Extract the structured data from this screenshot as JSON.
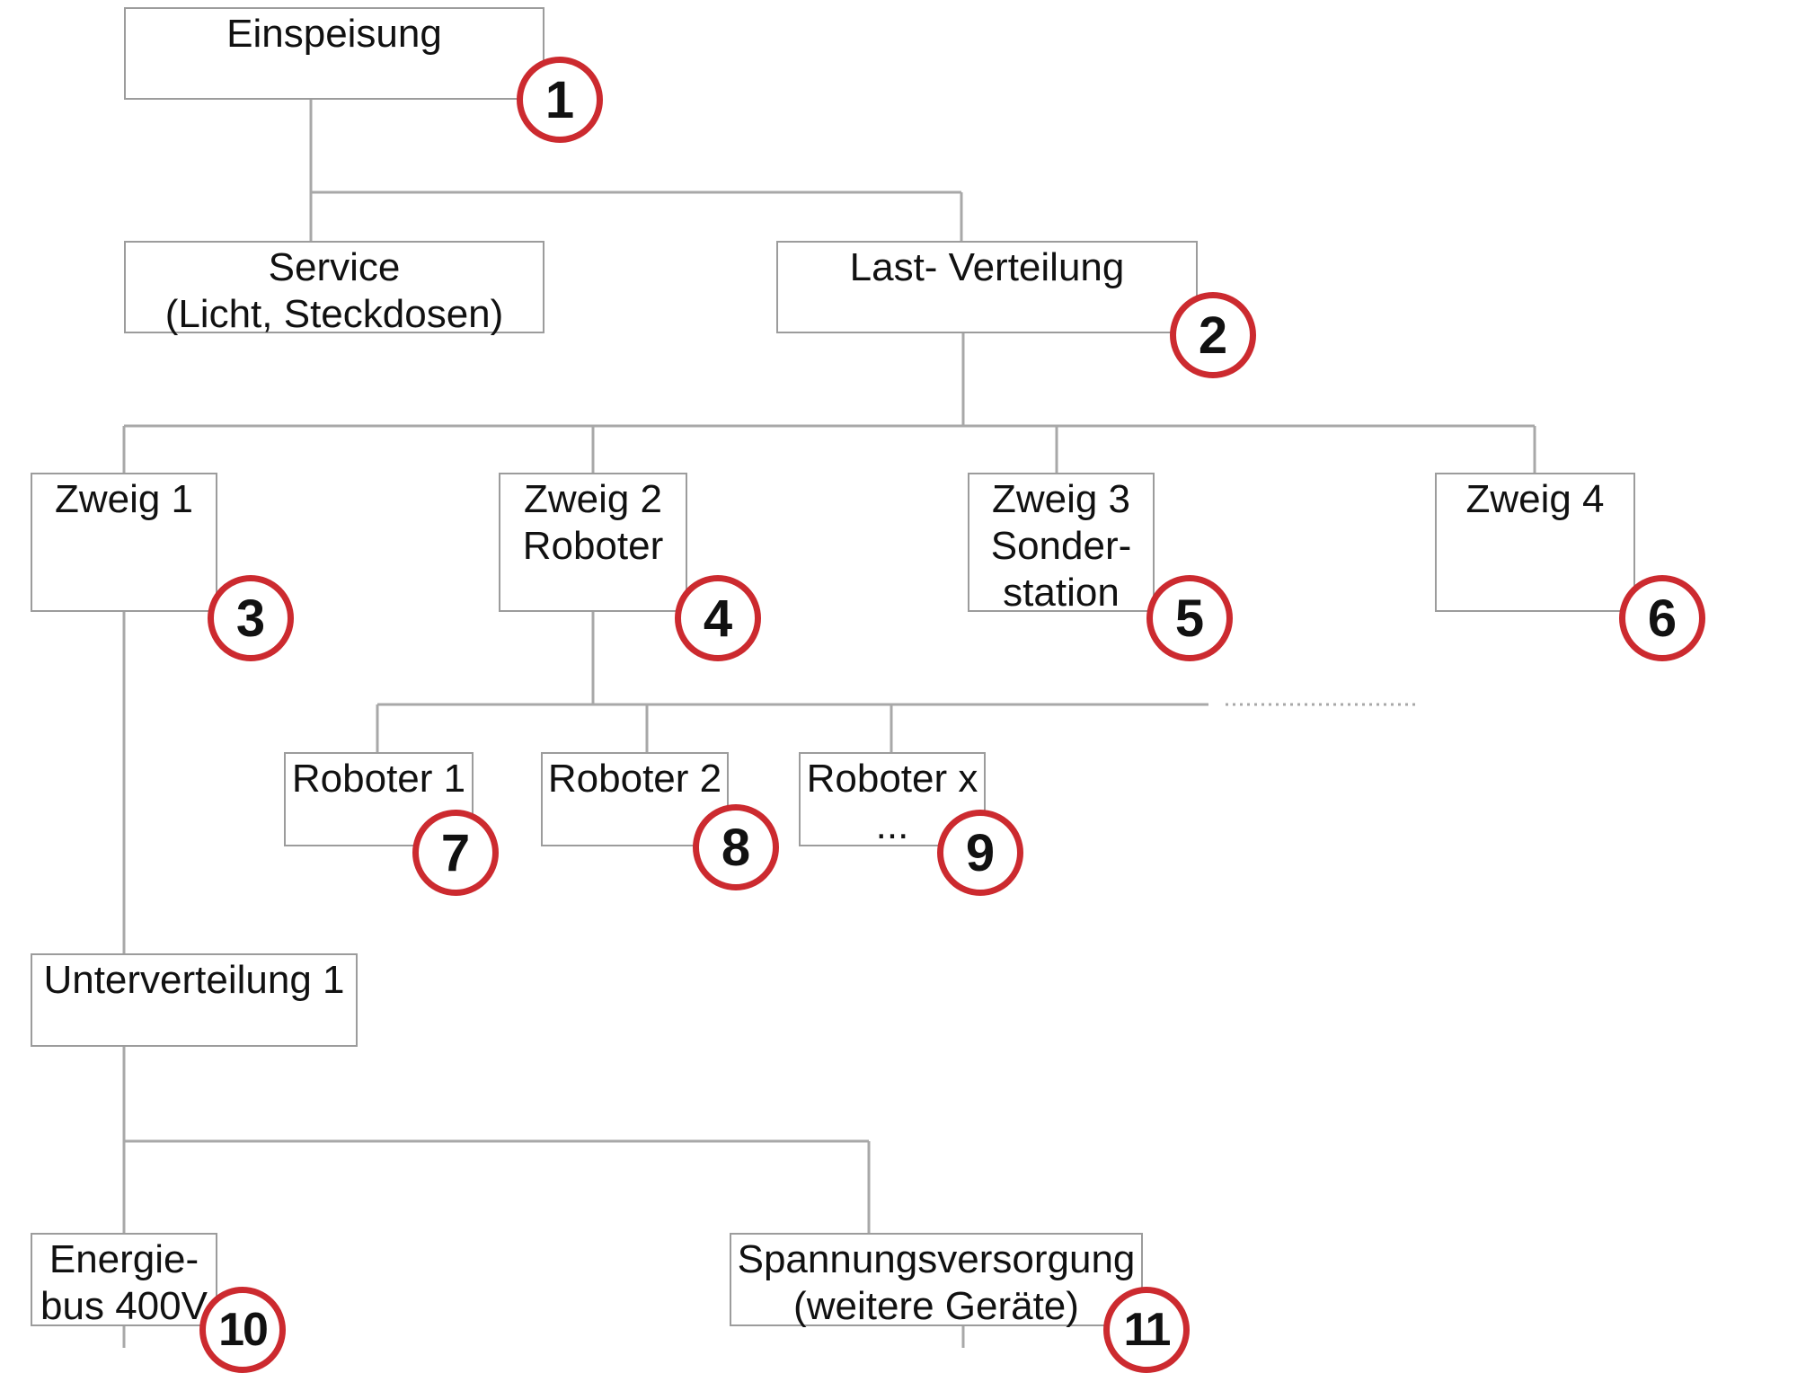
{
  "diagram": {
    "nodes": [
      {
        "id": "einspeisung",
        "label": "Einspeisung",
        "badge": "1"
      },
      {
        "id": "service",
        "label": "Service\n(Licht, Steckdosen)",
        "badge": ""
      },
      {
        "id": "last-verteilung",
        "label": "Last- Verteilung",
        "badge": "2"
      },
      {
        "id": "zweig-1",
        "label": "Zweig 1",
        "badge": "3"
      },
      {
        "id": "zweig-2",
        "label": "Zweig 2\nRoboter",
        "badge": "4"
      },
      {
        "id": "zweig-3",
        "label": "Zweig 3\nSonder-\nstation",
        "badge": "5"
      },
      {
        "id": "zweig-4",
        "label": "Zweig 4",
        "badge": "6"
      },
      {
        "id": "roboter-1",
        "label": "Roboter 1",
        "badge": "7"
      },
      {
        "id": "roboter-2",
        "label": "Roboter 2",
        "badge": "8"
      },
      {
        "id": "roboter-x",
        "label": "Roboter x\n...",
        "badge": "9"
      },
      {
        "id": "unterverteilung-1",
        "label": "Unterverteilung 1",
        "badge": ""
      },
      {
        "id": "energiebus",
        "label": "Energie-\nbus 400V",
        "badge": "10"
      },
      {
        "id": "spannungsversorgung",
        "label": "Spannungsversorgung\n(weitere Geräte)",
        "badge": "11"
      }
    ],
    "edges": [
      [
        "einspeisung",
        "service"
      ],
      [
        "einspeisung",
        "last-verteilung"
      ],
      [
        "last-verteilung",
        "zweig-1"
      ],
      [
        "last-verteilung",
        "zweig-2"
      ],
      [
        "last-verteilung",
        "zweig-3"
      ],
      [
        "last-verteilung",
        "zweig-4"
      ],
      [
        "zweig-2",
        "roboter-1"
      ],
      [
        "zweig-2",
        "roboter-2"
      ],
      [
        "zweig-2",
        "roboter-x"
      ],
      [
        "zweig-1",
        "unterverteilung-1"
      ],
      [
        "unterverteilung-1",
        "energiebus"
      ],
      [
        "unterverteilung-1",
        "spannungsversorgung"
      ]
    ],
    "colors": {
      "badge_ring": "#cc2a2f",
      "connector": "#a8a8a8",
      "box_border": "#9c9c9c"
    }
  }
}
